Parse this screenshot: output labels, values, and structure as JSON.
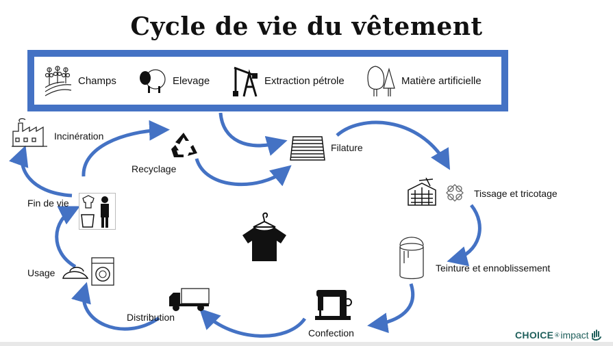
{
  "title": "Cycle de vie du vêtement",
  "sources": [
    {
      "label": "Champs",
      "icon": "field-icon"
    },
    {
      "label": "Elevage",
      "icon": "sheep-icon"
    },
    {
      "label": "Extraction pétrole",
      "icon": "oil-pump-icon"
    },
    {
      "label": "Matière artificielle",
      "icon": "trees-icon"
    }
  ],
  "stages": {
    "filature": "Filature",
    "tissage": "Tissage et tricotage",
    "teinture": "Teinture et ennoblissement",
    "confection": "Confection",
    "distribution": "Distribution",
    "usage": "Usage",
    "fin_de_vie": "Fin de vie",
    "incineration": "Incinération",
    "recyclage": "Recyclage"
  },
  "logo": {
    "brand": "CHOICE",
    "suffix": "impact"
  },
  "colors": {
    "accent": "#4472C4",
    "logo": "#1f5f5b"
  }
}
